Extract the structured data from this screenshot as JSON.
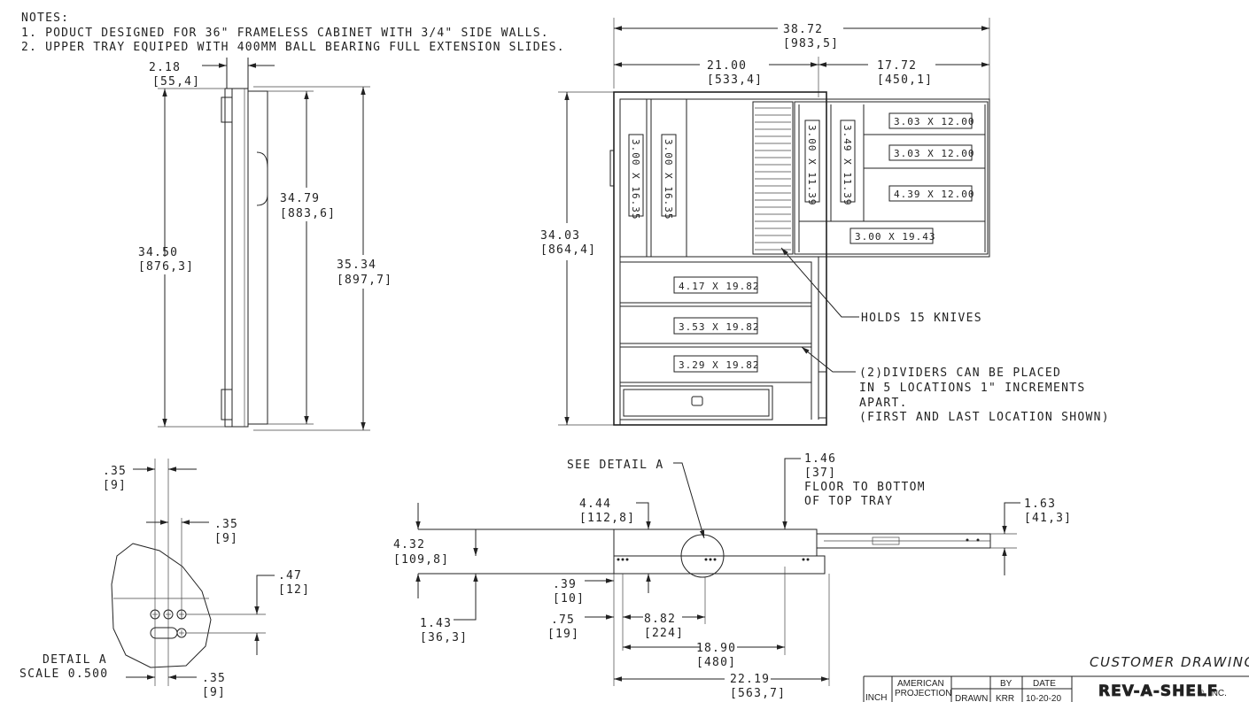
{
  "notes": {
    "heading": "NOTES:",
    "lines": [
      "1. PODUCT DESIGNED FOR 36\" FRAMELESS CABINET WITH 3/4\" SIDE WALLS.",
      "2. UPPER TRAY EQUIPED WITH 400MM BALL BEARING FULL EXTENSION SLIDES."
    ]
  },
  "dims": {
    "d1": [
      "2.18",
      "[55,4]"
    ],
    "d2": [
      "34.79",
      "[883,6]"
    ],
    "d3": [
      "34.50",
      "[876,3]"
    ],
    "d4": [
      "35.34",
      "[897,7]"
    ],
    "d5": [
      "38.72",
      "[983,5]"
    ],
    "d6": [
      "21.00",
      "[533,4]"
    ],
    "d7": [
      "17.72",
      "[450,1]"
    ],
    "d8": [
      "34.03",
      "[864,4]"
    ],
    "d9": [
      ".35",
      "[9]"
    ],
    "d10": [
      ".35",
      "[9]"
    ],
    "d11": [
      ".47",
      "[12]"
    ],
    "d12": [
      ".35",
      "[9]"
    ],
    "d13": [
      "4.44",
      "[112,8]"
    ],
    "d14": [
      "4.32",
      "[109,8]"
    ],
    "d15": [
      ".39",
      "[10]"
    ],
    "d16": [
      "1.43",
      "[36,3]"
    ],
    "d17": [
      ".75",
      "[19]"
    ],
    "d18": [
      "8.82",
      "[224]"
    ],
    "d19": [
      "18.90",
      "[480]"
    ],
    "d20": [
      "22.19",
      "[563,7]"
    ],
    "d21": [
      "1.46",
      "[37]"
    ],
    "d22": [
      "1.63",
      "[41,3]"
    ]
  },
  "compartments": [
    "3.00 X 16.35",
    "3.00 X 16.35",
    "3.00 X 11.39",
    "3.49 X 11.39",
    "3.03 X 12.00",
    "3.03 X 12.00",
    "4.39 X 12.00",
    "3.00 X 19.43",
    "4.17 X 19.82",
    "3.53 X 19.82",
    "3.29 X 19.82"
  ],
  "annotations": {
    "knives": "HOLDS 15 KNIVES",
    "dividers": [
      "(2)DIVIDERS CAN BE PLACED",
      "IN 5 LOCATIONS 1\" INCREMENTS",
      "APART.",
      "(FIRST AND LAST LOCATION SHOWN)"
    ],
    "see_detail": "SEE DETAIL  A",
    "floor": [
      "FLOOR TO BOTTOM",
      "OF TOP TRAY"
    ],
    "detail_title": "DETAIL  A",
    "detail_scale": "SCALE  0.500"
  },
  "title_block": {
    "customer_drawing": "CUSTOMER DRAWING",
    "unit": "INCH",
    "projection": [
      "AMERICAN",
      "PROJECTION"
    ],
    "by_header": "BY",
    "date_header": "DATE",
    "drawn_label": "DRAWN",
    "drawn_by": "KRR",
    "drawn_date": "10-20-20",
    "logo": "REV-A-SHELF",
    "logo_suffix": "®, INC."
  },
  "icons": {
    "logo_mark": "rev-a-shelf-logo-icon",
    "detail_hole": "mounting-hole-icon",
    "detail_slot": "mounting-slot-icon"
  }
}
